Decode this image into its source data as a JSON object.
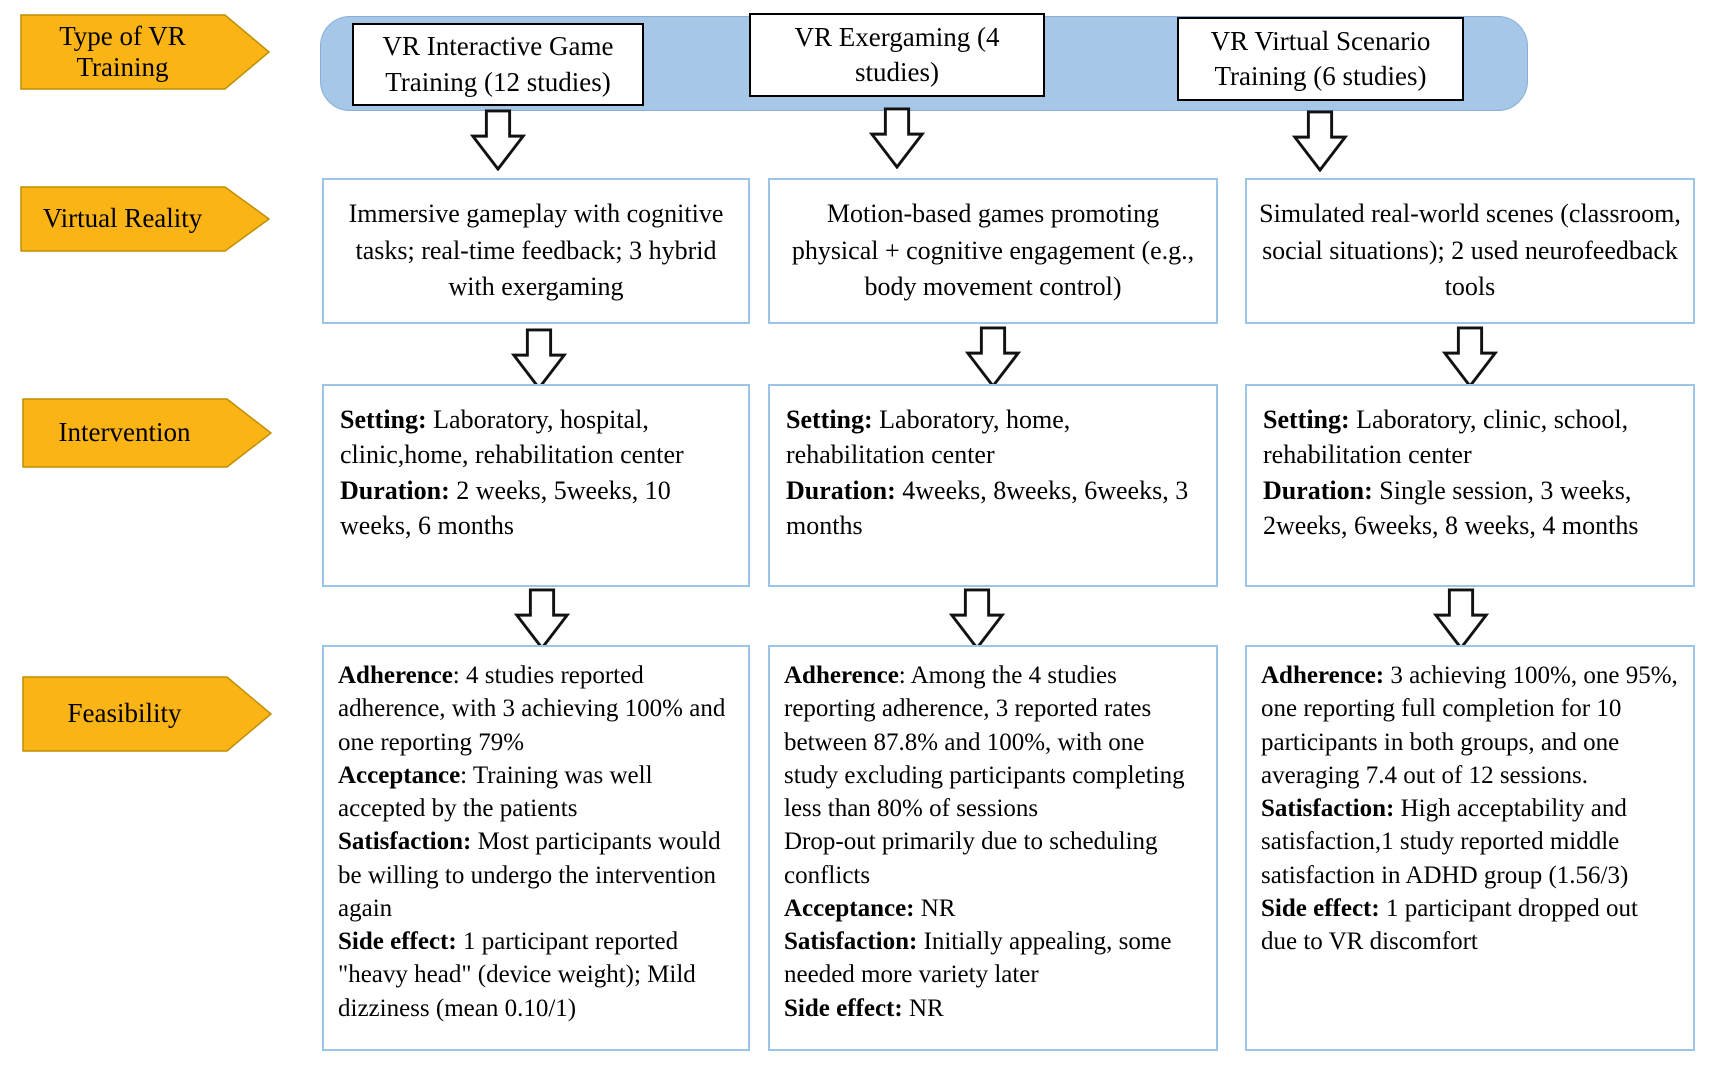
{
  "colors": {
    "label_fill": "#FBB416",
    "label_outline": "#BF8F00",
    "banner_fill": "#A6C7E8",
    "box_border": "#9DC3E6",
    "header_border": "#000000",
    "text": "#000000"
  },
  "row_labels": [
    {
      "label": "Type of VR Training"
    },
    {
      "label": "Virtual Reality"
    },
    {
      "label": "Intervention"
    },
    {
      "label": "Feasibility"
    }
  ],
  "columns": [
    {
      "header": "VR Interactive Game Training (12 studies)",
      "vr_description": "Immersive gameplay with cognitive tasks; real-time feedback; 3 hybrid with exergaming",
      "intervention": [
        {
          "label": "Setting:",
          "text": " Laboratory, hospital, clinic,home, rehabilitation center"
        },
        {
          "label": "Duration:",
          "text": " 2 weeks, 5weeks, 10 weeks, 6 months"
        }
      ],
      "feasibility": [
        {
          "label": "Adherence",
          "text": ": 4 studies reported adherence, with 3 achieving 100% and one reporting 79%"
        },
        {
          "label": "Acceptance",
          "text": ": Training was well accepted by the patients"
        },
        {
          "label": "Satisfaction:",
          "text": " Most participants would be willing to undergo the intervention again"
        },
        {
          "label": "Side effect:",
          "text": " 1 participant reported \"heavy head\" (device weight); Mild dizziness (mean 0.10/1)"
        }
      ]
    },
    {
      "header": "VR Exergaming (4 studies)",
      "vr_description": "Motion-based games promoting physical + cognitive engagement (e.g., body movement control)",
      "intervention": [
        {
          "label": "Setting:",
          "text": " Laboratory, home, rehabilitation center"
        },
        {
          "label": "Duration:",
          "text": " 4weeks, 8weeks, 6weeks, 3 months"
        }
      ],
      "feasibility": [
        {
          "label": "Adherence",
          "text": ": Among the 4 studies reporting adherence, 3 reported rates between 87.8% and 100%, with one study excluding participants completing less than 80% of sessions\nDrop-out primarily due to scheduling conflicts"
        },
        {
          "label": "Acceptance:",
          "text": " NR"
        },
        {
          "label": "Satisfaction:",
          "text": " Initially appealing, some needed more variety later"
        },
        {
          "label": "Side effect:",
          "text": " NR"
        }
      ]
    },
    {
      "header": "VR Virtual Scenario Training (6 studies)",
      "vr_description": "Simulated real-world scenes (classroom, social situations); 2 used neurofeedback tools",
      "intervention": [
        {
          "label": "Setting:",
          "text": " Laboratory, clinic, school, rehabilitation center"
        },
        {
          "label": "Duration:",
          "text": " Single session, 3 weeks, 2weeks, 6weeks, 8 weeks, 4 months"
        }
      ],
      "feasibility": [
        {
          "label": "Adherence:",
          "text": " 3 achieving 100%, one 95%, one reporting full completion for 10 participants in both groups, and one averaging 7.4 out of 12 sessions."
        },
        {
          "label": "Satisfaction:",
          "text": " High acceptability and satisfaction,1 study reported middle satisfaction in ADHD group (1.56/3)"
        },
        {
          "label": "Side effect:",
          "text": " 1 participant dropped out due to VR discomfort"
        }
      ]
    }
  ]
}
